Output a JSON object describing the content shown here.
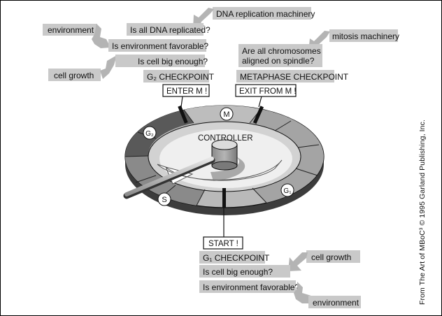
{
  "labels": {
    "dna_machinery": "DNA replication machinery",
    "dna_question": "Is all DNA replicated?",
    "environment_top": "environment",
    "env_question_top": "Is environment favorable?",
    "cell_growth_top": "cell growth",
    "big_question_top": "Is cell big enough?",
    "g2_checkpoint": "G₂ CHECKPOINT",
    "mitosis_machinery": "mitosis machinery",
    "chromosomes_question_1": "Are all chromosomes",
    "chromosomes_question_2": "aligned on spindle?",
    "metaphase_checkpoint": "METAPHASE CHECKPOINT",
    "enter_m": "ENTER M !",
    "exit_m": "EXIT FROM M !",
    "phase_m": "M",
    "phase_g2": "G₂",
    "phase_s": "S",
    "phase_g1": "G₁",
    "controller": "CONTROLLER",
    "start": "START !",
    "g1_checkpoint": "G₁ CHECKPOINT",
    "cell_growth_bottom": "cell growth",
    "big_question_bottom": "Is cell big enough?",
    "env_question_bottom": "Is environment favorable?",
    "environment_bottom": "environment",
    "credit": "From The Art of MBoC³ © 1995 Garland Publishing, Inc."
  },
  "colors": {
    "label_box": "#c9c9c9",
    "arrow": "#b4b4b4",
    "ring_dark": "#4a4a4a",
    "ring_medium": "#8a8a8a",
    "ring_light": "#b9b9b9",
    "ring_inner": "#d2d2d2",
    "center": "#efefef"
  }
}
